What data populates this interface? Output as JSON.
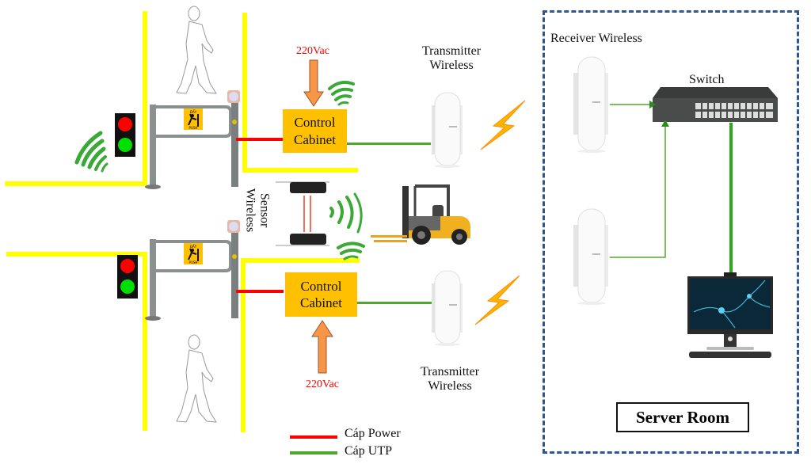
{
  "diagram": {
    "type": "network-topology",
    "labels": {
      "power_top": "220Vac",
      "power_bottom": "220Vac",
      "cabinet_top": [
        "Control",
        "Cabinet"
      ],
      "cabinet_bottom": [
        "Control",
        "Cabinet"
      ],
      "transmitter_top": [
        "Transmitter",
        "Wireless"
      ],
      "transmitter_bottom": [
        "Transmitter",
        "Wireless"
      ],
      "sensor": [
        "Sensor",
        "Wireless"
      ],
      "receiver": "Receiver Wireless",
      "switch": "Switch",
      "server_room": "Server Room",
      "gate_sign_top": "ĐẨY",
      "gate_sign_bottom": "PUSH"
    },
    "legend": [
      {
        "label": "Cáp Power",
        "color": "#ff0000"
      },
      {
        "label": "Cáp UTP",
        "color": "#4ea72e"
      }
    ],
    "colors": {
      "lane": "#ffff00",
      "cabinet": "#ffc000",
      "power_cable": "#ff0000",
      "utp_cable": "#4ea72e",
      "server_room_border": "#2f5597",
      "arrow": "#f79646",
      "signal": "#3aa935",
      "traffic_red": "#ff0000",
      "traffic_green": "#00e000"
    },
    "icons": [
      "traffic-light-icon",
      "turnstile-gate-icon",
      "pedestrian-icon",
      "wifi-signal-icon",
      "lightning-icon",
      "wireless-bridge-icon",
      "network-switch-icon",
      "desktop-computer-icon",
      "forklift-icon",
      "sensor-pair-icon"
    ]
  }
}
